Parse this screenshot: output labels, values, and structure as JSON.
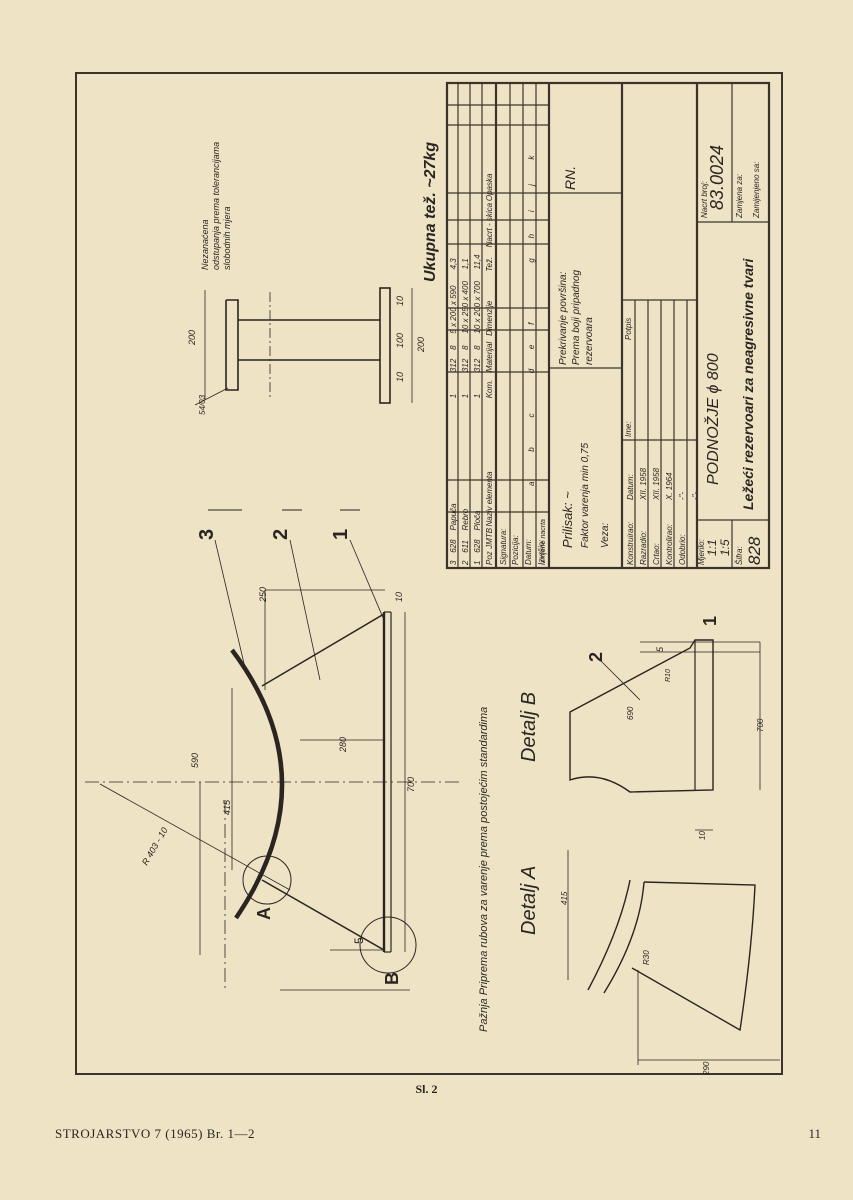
{
  "drawing": {
    "note_tolerances": [
      "Nezanaćena",
      "odstupanja prema tolerancijama",
      "slobodnih mjera"
    ],
    "total_weight": "Ukupna tež.  ~27kg",
    "note_welding": "Pažnja  Priprema rubova za varenje prema postojećim standardima",
    "detail_a": "Detalj  A",
    "detail_b": "Detalj  B",
    "labels": {
      "A": "A",
      "B": "B",
      "p1": "1",
      "p2": "2",
      "p3": "3"
    },
    "dims": {
      "d200": "200",
      "d10a": "10",
      "d100": "100",
      "d10b": "10",
      "d200b": "200",
      "d54": "54/03",
      "d250": "250",
      "d10c": "10",
      "d590": "590",
      "d415": "415",
      "d280": "280",
      "d700": "700",
      "rad": "R 403 - 10",
      "d5": "5",
      "b690": "690",
      "b5": "5",
      "b700": "700",
      "b10": "10",
      "bR10": "R10",
      "a415": "415",
      "a290": "290",
      "aR30": "R30"
    }
  },
  "parts_list": {
    "rows": [
      [
        "3",
        "628",
        "Papuča",
        "1",
        "312",
        "8",
        "5 x 200 x 590",
        "4,3"
      ],
      [
        "2",
        "611",
        "Rebro",
        "1",
        "312",
        "8",
        "10 x 250 x 400",
        "1,1"
      ],
      [
        "1",
        "628",
        "Ploča",
        "1",
        "312",
        "8",
        "10 x 200 x 700",
        "11,4"
      ]
    ],
    "header": [
      "Poz",
      "JMTB",
      "Naziv elementa",
      "Kom.",
      "Materijal",
      "Dimenzije",
      "Tež.",
      "Nacrt - skica",
      "Opaska"
    ],
    "letters": [
      "a",
      "b",
      "c",
      "d",
      "e",
      "f",
      "g",
      "h",
      "i",
      "j",
      "k"
    ]
  },
  "title_block": {
    "signature_labels": [
      "Signatura:",
      "Pozicija:",
      "Datum:",
      "Izvršio:"
    ],
    "izmjene": "Izmjene nacrta",
    "prilisak": "Prilisak: ~",
    "faktor": "Faktor varenja  min 0,75",
    "veza": "Veza:",
    "prekrivanje": [
      "Prekrivanje površina:",
      "Prema boji pripadnog",
      "rezervoara"
    ],
    "rn": "RN.",
    "roles": [
      "Konstruirao:",
      "Razradio:",
      "Crtao:",
      "Kontrolirao:",
      "Odobrio:"
    ],
    "datum_header": "Datum:",
    "ime_header": "Ime:",
    "potpis_header": "Potpis",
    "dates": [
      "XII. 1958",
      "XII. 1958",
      "X. 1964",
      "-\"-",
      "-\"-"
    ],
    "mjerilo_label": "Mjerilo:",
    "mjerilo_values": [
      "1:1",
      "1:5"
    ],
    "sifra_label": "Šifra:",
    "sifra_value": "828",
    "title_main": "PODNOŽJE  ϕ 800",
    "title_sub": "Ležeći rezervoari za neagresivne tvari",
    "nacrt_label": "Nacrt broj:",
    "nacrt_number": "83.0024",
    "zamjena_za": "Zamjena za:",
    "zamjenjeno_sa": "Zamijenjeno sa:"
  },
  "caption": "Sl. 2",
  "footer": {
    "journal": "STROJARSTVO 7 (1965) Br. 1—2",
    "page": "11"
  }
}
